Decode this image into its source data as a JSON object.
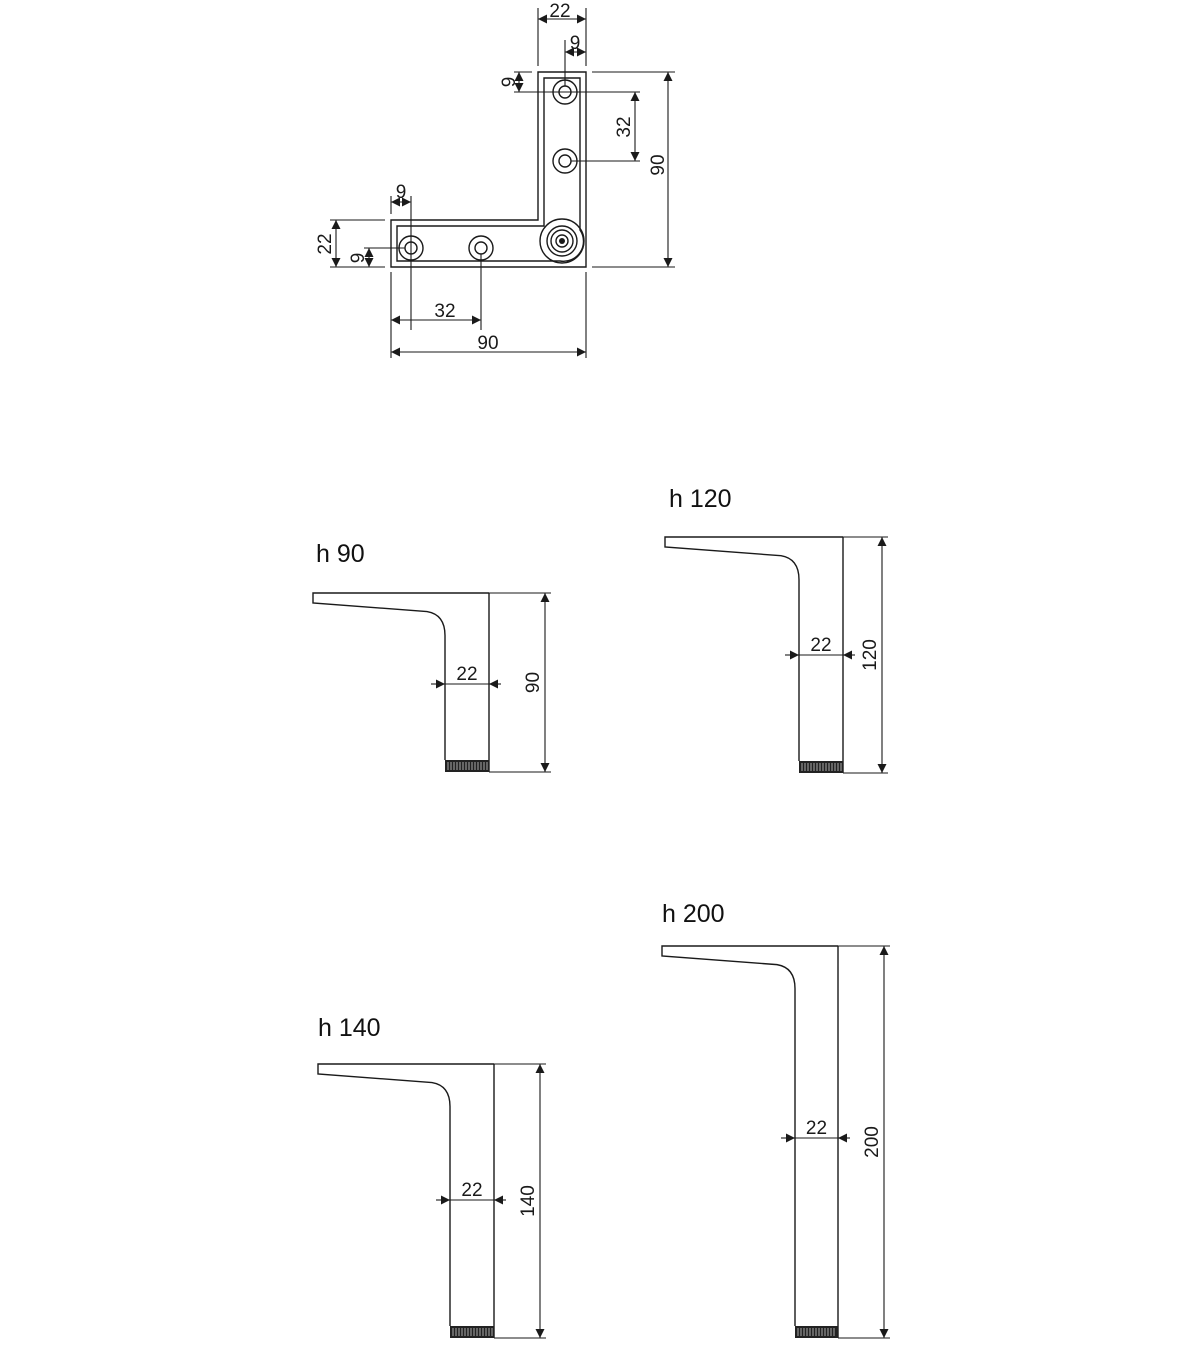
{
  "bracket": {
    "dims": {
      "top_width": "22",
      "top_hole_offset": "9",
      "top_hole_from_top": "9",
      "hole_spacing_vertical": "32",
      "overall_height": "90",
      "left_width": "22",
      "left_hole_from_bottom": "9",
      "left_hole_offset": "9",
      "hole_spacing_horizontal": "32",
      "overall_width": "90"
    }
  },
  "legs": [
    {
      "title": "h 90",
      "width_dim": "22",
      "height_dim": "90"
    },
    {
      "title": "h 120",
      "width_dim": "22",
      "height_dim": "120"
    },
    {
      "title": "h 140",
      "width_dim": "22",
      "height_dim": "140"
    },
    {
      "title": "h 200",
      "width_dim": "22",
      "height_dim": "200"
    }
  ],
  "colors": {
    "line": "#1a1a1a",
    "background": "#ffffff"
  }
}
